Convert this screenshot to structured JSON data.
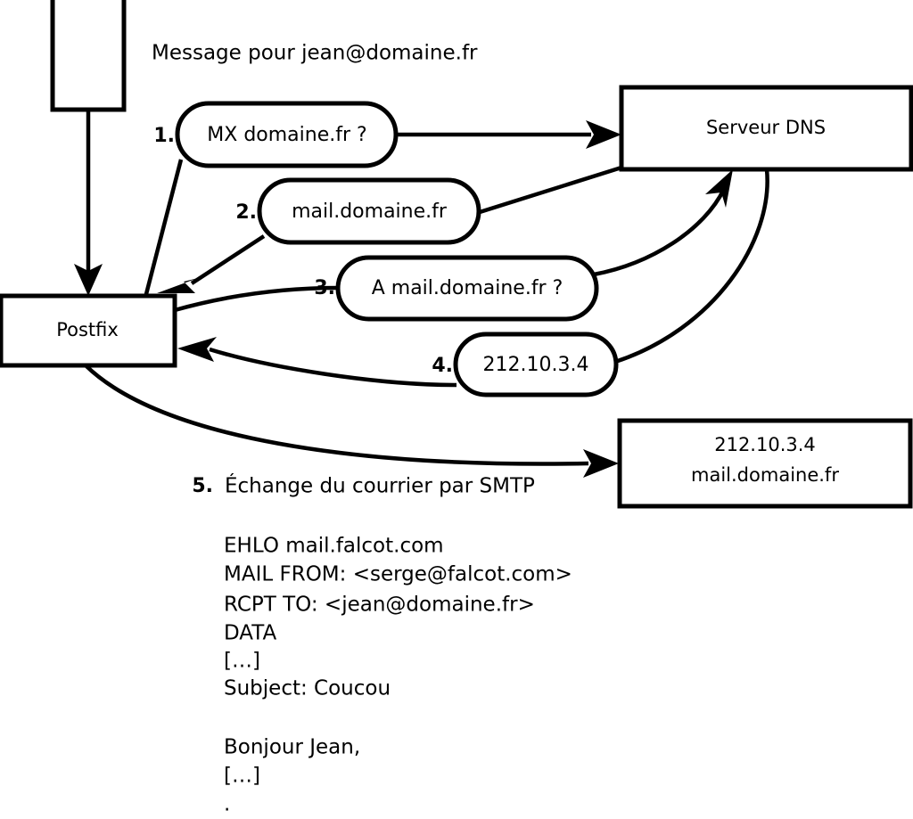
{
  "diagram": {
    "title_text": "Message pour jean@domaine.fr",
    "nodes": {
      "source_box": {
        "label": ""
      },
      "postfix": {
        "label": "Postfix"
      },
      "dns_server": {
        "label": "Serveur DNS"
      },
      "target_server": {
        "line1": "212.10.3.4",
        "line2": "mail.domaine.fr"
      }
    },
    "bubbles": [
      {
        "number": "1.",
        "label": "MX domaine.fr ?"
      },
      {
        "number": "2.",
        "label": "mail.domaine.fr"
      },
      {
        "number": "3.",
        "label": "A mail.domaine.fr ?"
      },
      {
        "number": "4.",
        "label": "212.10.3.4"
      }
    ],
    "step5": {
      "number": "5.",
      "caption": "Échange du courrier par SMTP"
    },
    "transcript": [
      "EHLO mail.falcot.com",
      "MAIL FROM: <serge@falcot.com>",
      "RCPT TO: <jean@domaine.fr>",
      "DATA",
      "[…]",
      "Subject: Coucou",
      "",
      "Bonjour Jean,",
      "[…]",
      "."
    ],
    "colors": {
      "stroke": "#000000",
      "fill": "#ffffff",
      "text": "#000000"
    }
  }
}
